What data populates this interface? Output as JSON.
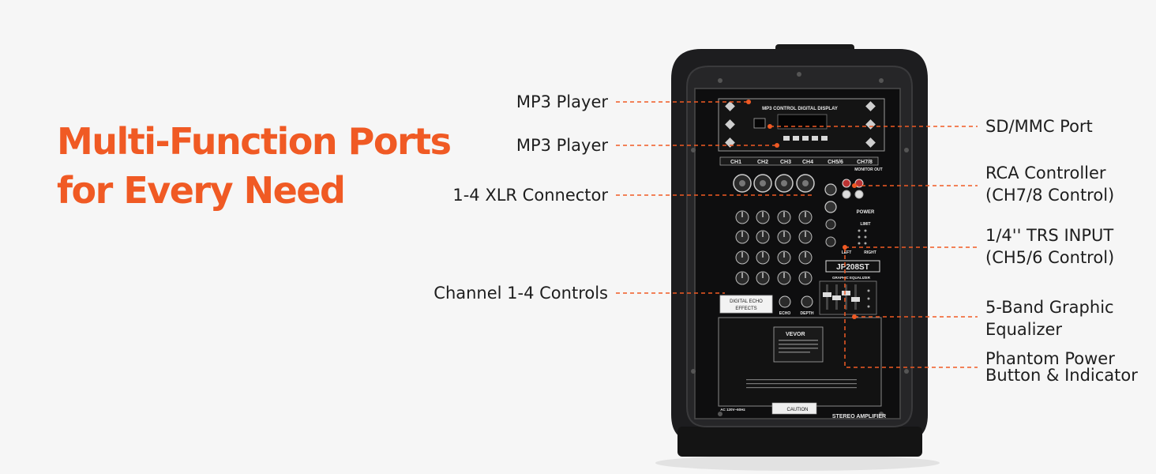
{
  "headline": {
    "line1": "Multi-Function Ports",
    "line2": "for Every Need"
  },
  "callouts_left": [
    {
      "label": "MP3 Player"
    },
    {
      "label": "MP3 Player"
    },
    {
      "label": "1-4 XLR Connector"
    },
    {
      "label": "Channel 1-4 Controls"
    }
  ],
  "callouts_right": [
    {
      "label": "SD/MMC Port"
    },
    {
      "line1": "RCA Controller",
      "line2": "(CH7/8 Control)"
    },
    {
      "line1": "1/4'' TRS INPUT",
      "line2": "(CH5/6 Control)"
    },
    {
      "line1": "5-Band Graphic",
      "line2": "Equalizer"
    },
    {
      "line1": "Phantom Power",
      "line2": "Button & Indicator"
    }
  ],
  "panel": {
    "mp3_title": "MP3 CONTROL DIGITAL DISPLAY",
    "channels": [
      "CH1",
      "CH2",
      "CH3",
      "CH4",
      "CH5/6",
      "CH7/8"
    ],
    "monitor_out": "MONITOR OUT",
    "power": "POWER",
    "limit": "LIMIT",
    "left": "LEFT",
    "right": "RIGHT",
    "model": "JP208ST",
    "graphic_eq": "GRAPHIC EQUALIZER",
    "echo_effects_1": "DIGITAL ECHO",
    "echo_effects_2": "EFFECTS",
    "echo": "ECHO",
    "depth": "DEPTH",
    "brand": "VEVOR",
    "caution": "CAUTION",
    "stereo_amp": "STEREO AMPLIFIER",
    "ac_rating": "AC 120V~60Hz"
  },
  "colors": {
    "accent": "#f05a24",
    "text": "#1e1e1e",
    "background": "#f6f6f6"
  }
}
